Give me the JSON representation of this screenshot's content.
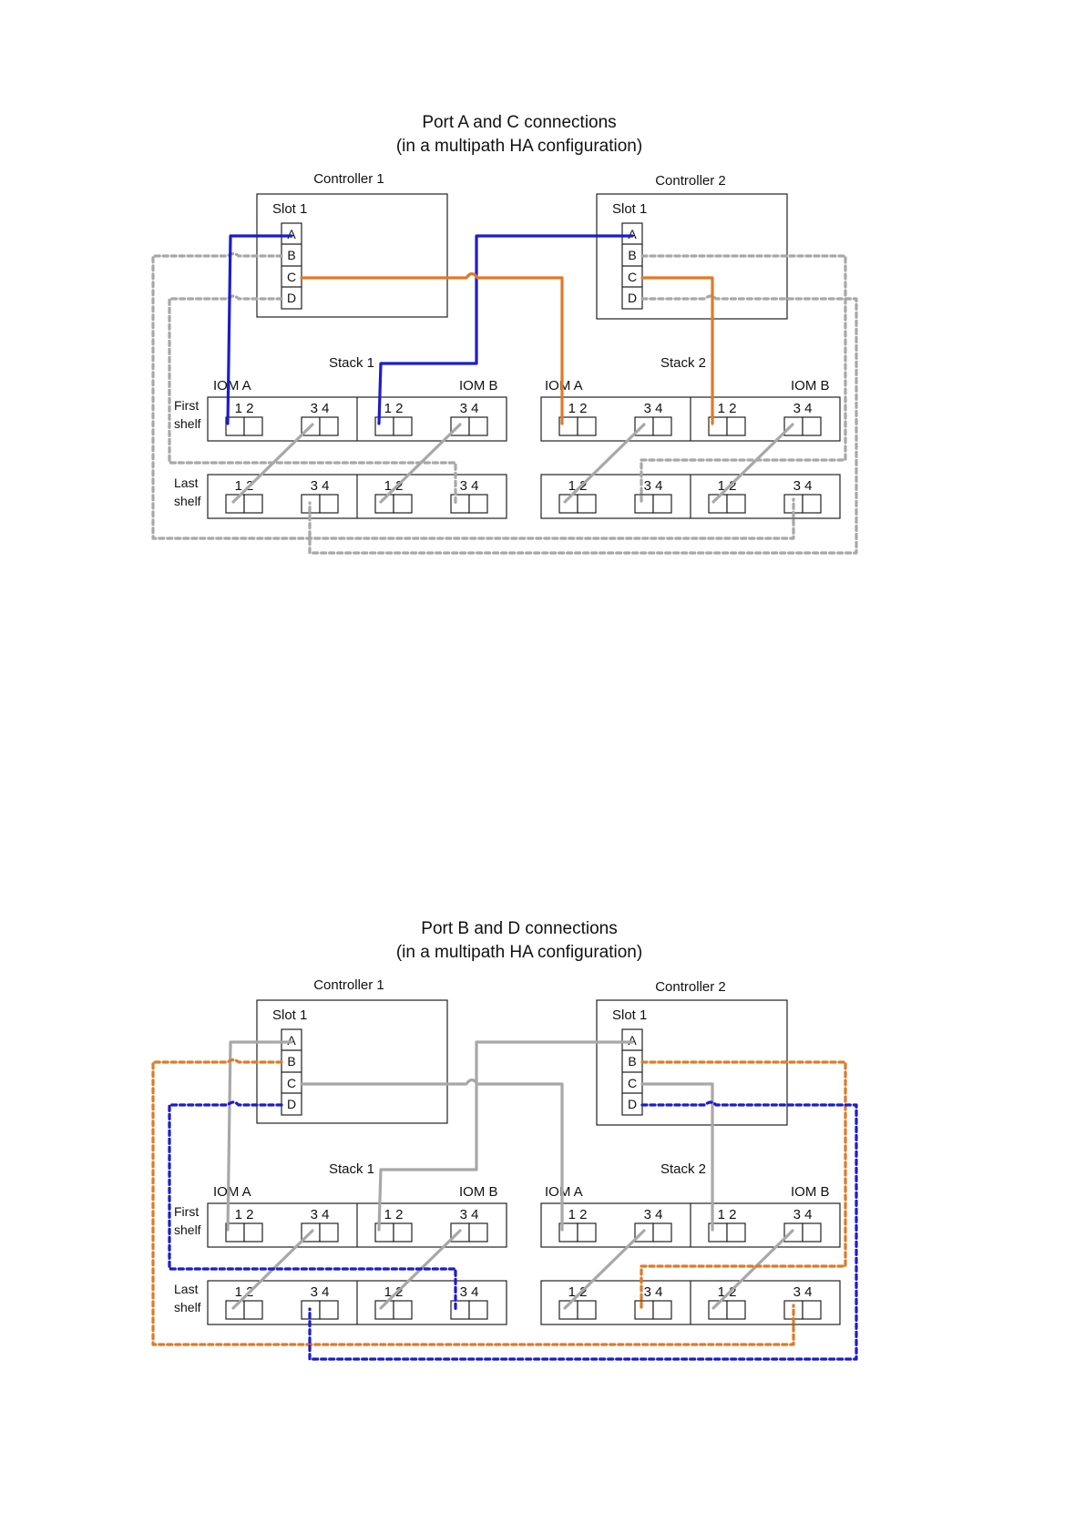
{
  "diagrams": [
    {
      "title_line1": "Port A and C connections",
      "title_line2": "(in a multipath HA configuration)",
      "controller1": "Controller 1",
      "controller2": "Controller 2",
      "slot": "Slot 1",
      "ports": [
        "A",
        "B",
        "C",
        "D"
      ],
      "stack1": "Stack 1",
      "stack2": "Stack 2",
      "iom_a": "IOM A",
      "iom_b": "IOM B",
      "first_shelf": [
        "First",
        "shelf"
      ],
      "last_shelf": [
        "Last",
        "shelf"
      ],
      "port_pair_12": "1 2",
      "port_pair_34": "3 4",
      "cable_colors": {
        "port_a": "#1c1ccc",
        "port_c": "#e07a26",
        "port_b": "#a8a8a8",
        "port_d": "#a8a8a8",
        "shelf_to_shelf": "#a8a8a8"
      }
    },
    {
      "title_line1": "Port B and D connections",
      "title_line2": "(in a multipath HA configuration)",
      "controller1": "Controller 1",
      "controller2": "Controller 2",
      "slot": "Slot 1",
      "ports": [
        "A",
        "B",
        "C",
        "D"
      ],
      "stack1": "Stack 1",
      "stack2": "Stack 2",
      "iom_a": "IOM A",
      "iom_b": "IOM B",
      "first_shelf": [
        "First",
        "shelf"
      ],
      "last_shelf": [
        "Last",
        "shelf"
      ],
      "port_pair_12": "1 2",
      "port_pair_34": "3 4",
      "cable_colors": {
        "port_a": "#a8a8a8",
        "port_c": "#a8a8a8",
        "port_b": "#e07a26",
        "port_d": "#1c1ccc",
        "shelf_to_shelf": "#a8a8a8"
      }
    }
  ]
}
